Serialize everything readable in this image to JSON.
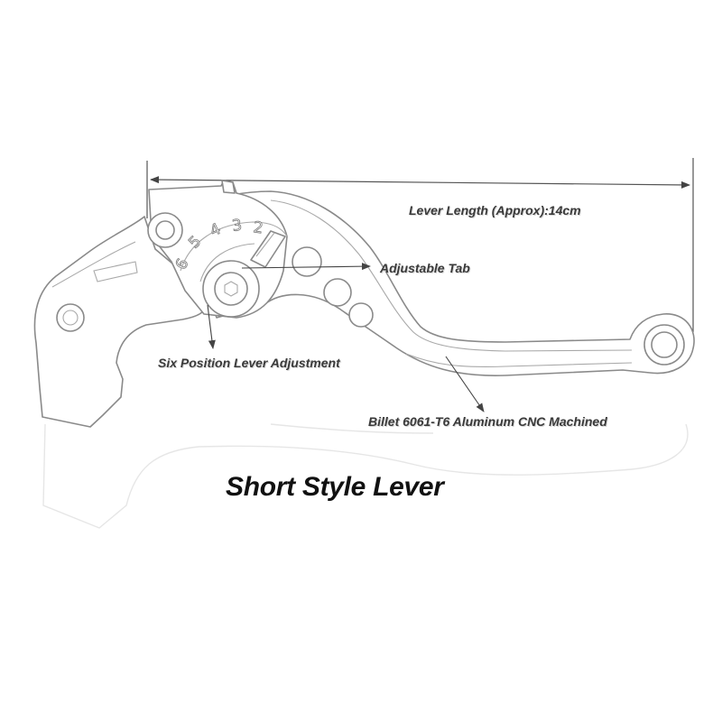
{
  "annotations": {
    "lever_length": "Lever Length (Approx):14cm",
    "adjustable_tab": "Adjustable Tab",
    "six_position": "Six Position Lever Adjustment",
    "material": "Billet 6061-T6 Aluminum CNC Machined"
  },
  "title": "Short Style Lever",
  "dial_digits": [
    "6",
    "5",
    "4",
    "3",
    "2"
  ],
  "colors": {
    "background": "#ffffff",
    "line_art": "#8a8a8a",
    "label_text": "#3a3a3a",
    "title_text": "#111111"
  }
}
